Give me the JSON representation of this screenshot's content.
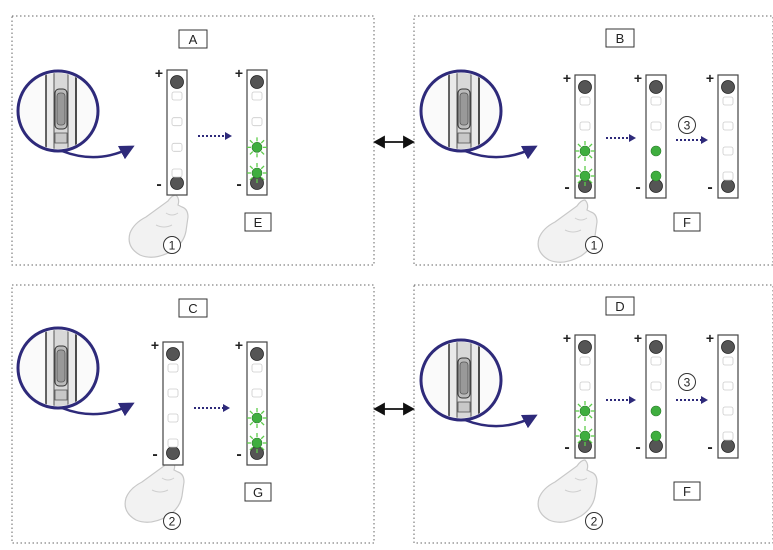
{
  "colors": {
    "circle_stroke": "#2e2a7a",
    "arrow_blue": "#2e2a7a",
    "led_on": "#3fae3f",
    "led_glow": "#5dcc4a",
    "button_gray": "#555555",
    "border": "#666666"
  },
  "panels": [
    {
      "label": "A",
      "sign_plus": "+",
      "sign_minus": "-",
      "step": "1",
      "result": "E",
      "hand_icon": "pressing-hand-icon",
      "circle_icon": "zoom-circle-device-icon"
    },
    {
      "label": "B",
      "sign_plus": "+",
      "sign_minus": "-",
      "step": "1",
      "step2": "3",
      "result": "F",
      "hand_icon": "pressing-hand-icon",
      "circle_icon": "zoom-circle-device-icon"
    },
    {
      "label": "C",
      "sign_plus": "+",
      "sign_minus": "-",
      "step": "2",
      "result": "G",
      "hand_icon": "pressing-hand-icon",
      "circle_icon": "zoom-circle-device-icon"
    },
    {
      "label": "D",
      "sign_plus": "+",
      "sign_minus": "-",
      "step": "2",
      "step2": "3",
      "result": "F",
      "hand_icon": "pressing-hand-icon",
      "circle_icon": "zoom-circle-device-icon"
    }
  ],
  "connectors": {
    "icon": "double-arrow-icon"
  }
}
